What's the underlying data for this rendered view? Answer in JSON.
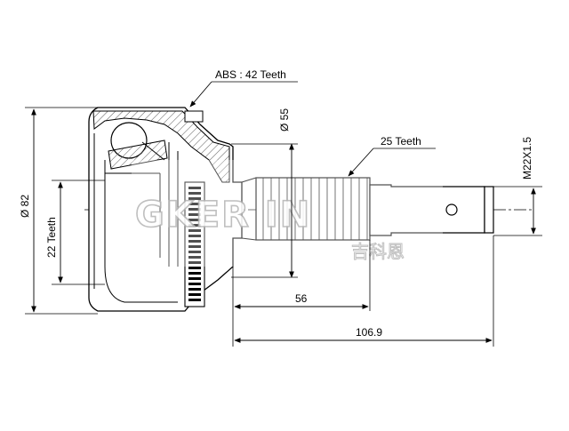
{
  "annotations": {
    "abs": "ABS : 42 Teeth",
    "spline_outer": "25 Teeth",
    "spline_inner": "22 Teeth",
    "thread": "M22X1.5",
    "outer_diameter": "Ø 82",
    "seal_diameter": "Ø 55",
    "length_56": "56",
    "length_106": "106.9"
  },
  "watermark": {
    "brand": "GKER IN",
    "chinese": "吉科恩"
  },
  "colors": {
    "line": "#000000",
    "hatch": "#555555",
    "watermark": "#b9b9b9"
  }
}
